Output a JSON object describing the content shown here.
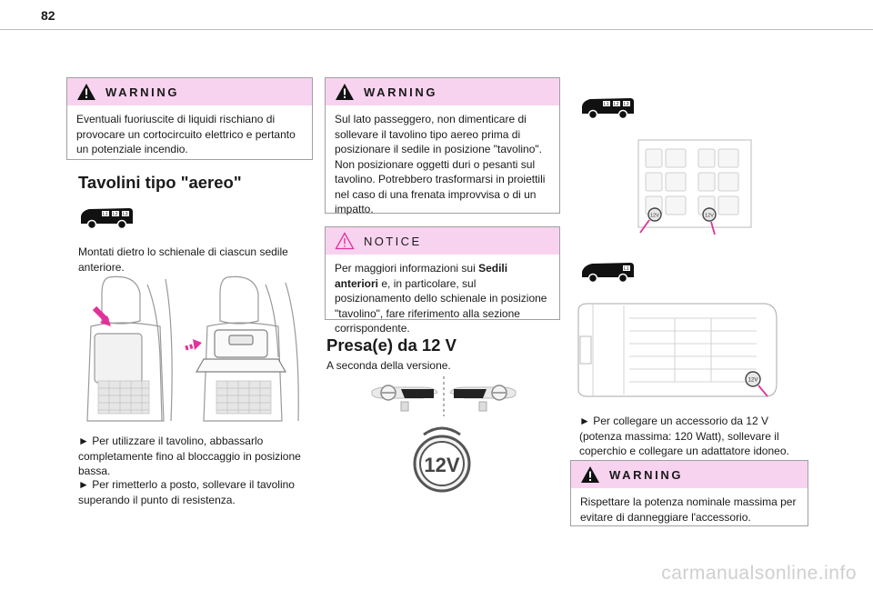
{
  "page": {
    "number": "82",
    "watermark": "carmanualsonline.info"
  },
  "col1": {
    "warning": {
      "title": "WARNING",
      "text": "Eventuali fuoriuscite di liquidi rischiano di provocare un cortocircuito elettrico e pertanto un potenziale incendio."
    },
    "heading": "Tavolini tipo \"aereo\"",
    "van_badges": [
      "L1",
      "L2",
      "L3"
    ],
    "intro": "Montati dietro lo schienale di ciascun sedile anteriore.",
    "steps": [
      "► Per utilizzare il tavolino, abbassarlo completamente fino al bloccaggio in posizione bassa.",
      "► Per rimetterlo a posto, sollevare il tavolino superando il punto di resistenza."
    ]
  },
  "col2": {
    "warning": {
      "title": "WARNING",
      "text": "Sul lato passeggero, non dimenticare di sollevare il tavolino tipo aereo prima di posizionare il sedile in posizione \"tavolino\". Non posizionare oggetti duri o pesanti sul tavolino. Potrebbero trasformarsi in proiettili nel caso di una frenata improvvisa o di un impatto."
    },
    "notice": {
      "title": "NOTICE",
      "text_before": "Per maggiori informazioni sui ",
      "text_bold": "Sedili anteriori",
      "text_after": " e, in particolare, sul posizionamento dello schienale in posizione \"tavolino\", fare riferimento alla sezione corrispondente."
    },
    "heading": "Presa(e) da 12 V",
    "intro": "A seconda della versione.",
    "socket_label": "12V"
  },
  "col3": {
    "van_badges": [
      "L1",
      "L2",
      "L3"
    ],
    "utility_badge": "L1",
    "socket_label": "12V",
    "step": "► Per collegare un accessorio da 12 V (potenza massima: 120 Watt), sollevare il coperchio e collegare un adattatore idoneo.",
    "warning": {
      "title": "WARNING",
      "text": "Rispettare la potenza nominale massima per evitare di danneggiare l'accessorio."
    }
  },
  "colors": {
    "header_pink": "#f7d3ef",
    "accent_magenta": "#e0329a",
    "border": "#a0a0a0"
  }
}
